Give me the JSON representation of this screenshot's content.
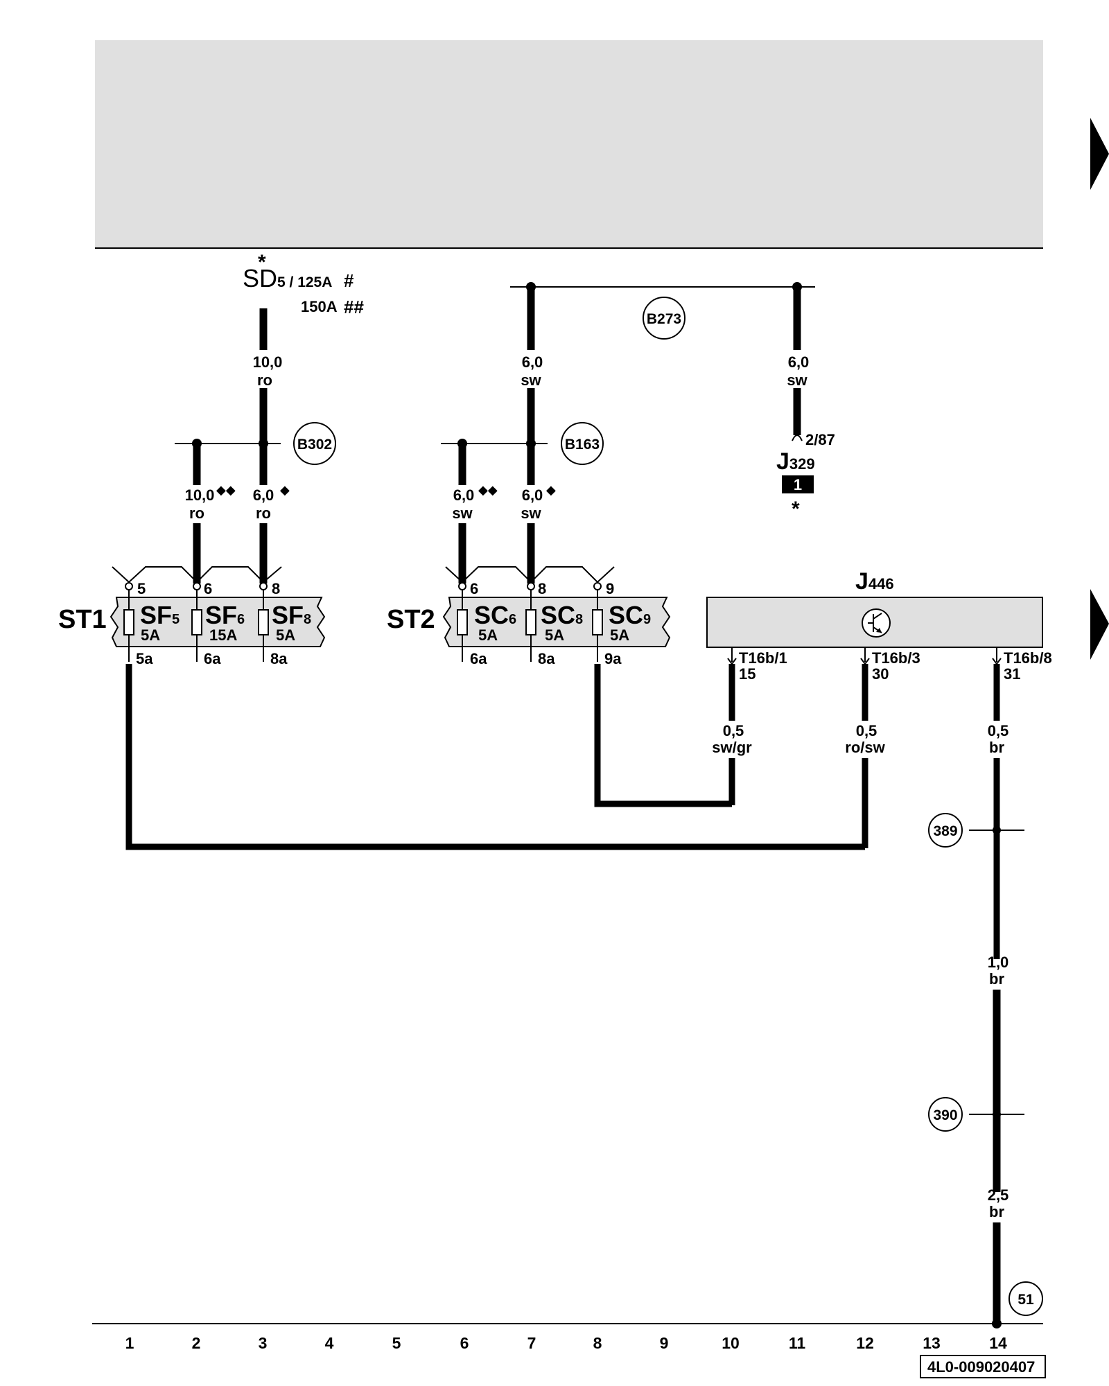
{
  "components": {
    "sd": {
      "name": "SD",
      "sub": "5 / 125A",
      "mark1": "#",
      "alt": "150A",
      "mark2": "##",
      "asterisk": "*"
    },
    "st1": {
      "name": "ST1"
    },
    "st2": {
      "name": "ST2"
    },
    "j446": {
      "name": "J",
      "sub": "446"
    },
    "j329": {
      "name": "J",
      "sub": "329",
      "pin": "2/87",
      "badge": "1",
      "asterisk": "*"
    }
  },
  "fuses": {
    "sf5": {
      "name": "SF",
      "sub": "5",
      "rating": "5A",
      "in": "5",
      "out": "5a"
    },
    "sf6": {
      "name": "SF",
      "sub": "6",
      "rating": "15A",
      "in": "6",
      "out": "6a"
    },
    "sf8": {
      "name": "SF",
      "sub": "8",
      "rating": "5A",
      "in": "8",
      "out": "8a"
    },
    "sc6": {
      "name": "SC",
      "sub": "6",
      "rating": "5A",
      "in": "6",
      "out": "6a"
    },
    "sc8": {
      "name": "SC",
      "sub": "8",
      "rating": "5A",
      "in": "8",
      "out": "8a"
    },
    "sc9": {
      "name": "SC",
      "sub": "9",
      "rating": "5A",
      "in": "9",
      "out": "9a"
    }
  },
  "wires": {
    "w_sd": {
      "size": "10,0",
      "color": "ro"
    },
    "w_st1_6": {
      "size": "10,0",
      "mark": "◆◆",
      "color": "ro"
    },
    "w_st1_8": {
      "size": "6,0",
      "mark": "◆",
      "color": "ro"
    },
    "w_st2_6": {
      "size": "6,0",
      "mark": "◆◆",
      "color": "sw"
    },
    "w_st2_8": {
      "size": "6,0",
      "mark": "◆",
      "color": "sw"
    },
    "w_b273_l": {
      "size": "6,0",
      "color": "sw"
    },
    "w_b273_r": {
      "size": "6,0",
      "color": "sw"
    },
    "w_t1": {
      "size": "0,5",
      "color": "sw/gr"
    },
    "w_t3": {
      "size": "0,5",
      "color": "ro/sw"
    },
    "w_t8": {
      "size": "0,5",
      "color": "br"
    },
    "w_gnd1": {
      "size": "1,0",
      "color": "br"
    },
    "w_gnd2": {
      "size": "2,5",
      "color": "br"
    }
  },
  "connectors": {
    "t16b1": {
      "pin": "T16b/1",
      "term": "15"
    },
    "t16b3": {
      "pin": "T16b/3",
      "term": "30"
    },
    "t16b8": {
      "pin": "T16b/8",
      "term": "31"
    }
  },
  "circles": {
    "b302": "B302",
    "b163": "B163",
    "b273": "B273",
    "c389": "389",
    "c390": "390",
    "c51": "51"
  },
  "footer": {
    "index": [
      "1",
      "2",
      "3",
      "4",
      "5",
      "6",
      "7",
      "8",
      "9",
      "10",
      "11",
      "12",
      "13",
      "14"
    ],
    "ref": "4L0-009020407"
  },
  "colors": {
    "header_fill": "#e0e0e0",
    "box_fill": "#e0e0e0",
    "line": "#000000"
  }
}
